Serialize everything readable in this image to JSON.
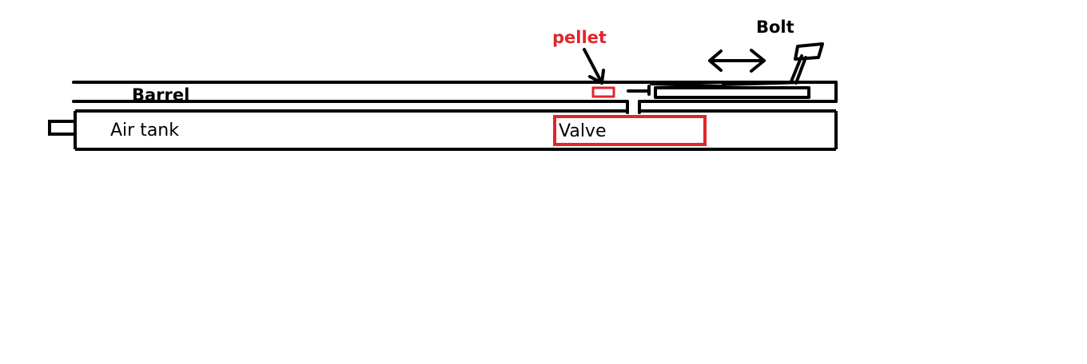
{
  "diagram": {
    "title": "Air rifle schematic",
    "labels": {
      "barrel": "Barrel",
      "air_tank": "Air tank",
      "valve": "Valve",
      "pellet": "pellet",
      "bolt": "Bolt"
    },
    "colors": {
      "line": "#000000",
      "highlight": "#e0262b",
      "background": "#ffffff"
    }
  }
}
